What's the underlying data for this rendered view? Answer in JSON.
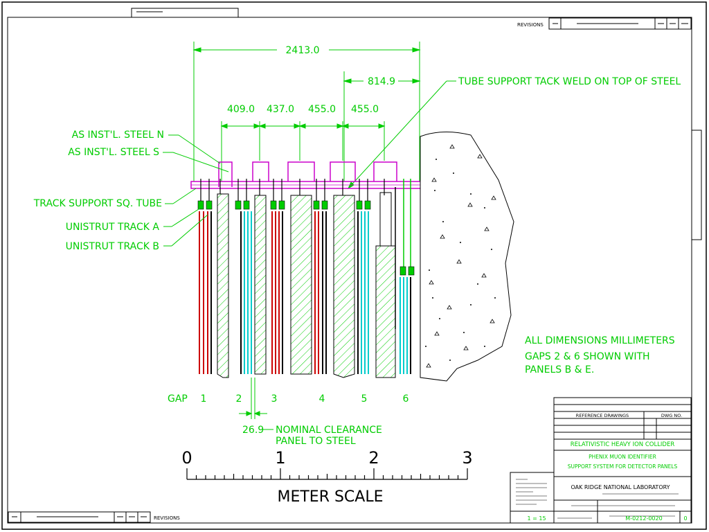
{
  "revisions_top": "REVISIONS",
  "revisions_bottom": "REVISIONS",
  "dimensions": {
    "overall": "2413.0",
    "right": "814.9",
    "spacing": [
      "409.0",
      "437.0",
      "455.0",
      "455.0"
    ],
    "clearance": "26.9"
  },
  "labels": {
    "tack_weld": "TUBE SUPPORT TACK WELD ON TOP OF STEEL",
    "steel_n": "AS INST'L. STEEL N",
    "steel_s": "AS INST'L. STEEL S",
    "track_tube": "TRACK SUPPORT SQ. TUBE",
    "unistrut_a": "UNISTRUT TRACK A",
    "unistrut_b": "UNISTRUT TRACK B",
    "clearance_line1": "NOMINAL CLEARANCE",
    "clearance_line2": "PANEL TO STEEL"
  },
  "gaps": {
    "prefix": "GAP",
    "numbers": [
      "1",
      "2",
      "3",
      "4",
      "5",
      "6"
    ]
  },
  "notes": [
    "ALL DIMENSIONS MILLIMETERS",
    "GAPS 2 & 6 SHOWN WITH",
    "PANELS B & E."
  ],
  "scale": {
    "ticks": [
      "0",
      "1",
      "2",
      "3"
    ],
    "title": "METER SCALE"
  },
  "title_block": {
    "reference_drawings": "REFERENCE DRAWINGS",
    "dwg_no": "DWG NO.",
    "project": "RELATIVISTIC HEAVY ION COLLIDER",
    "title_line1": "PHENIX MUON IDENTIFIER",
    "title_line2": "SUPPORT SYSTEM FOR DETECTOR PANELS",
    "lab": "OAK RIDGE NATIONAL LABORATORY",
    "scale": "1 = 15",
    "drawing_number": "M-0212-0020",
    "revision": "0"
  },
  "colors": {
    "dimension": "#00cc00",
    "steel": "#cc00cc",
    "tube_cyan": "#00cccc",
    "tube_red": "#cc0000",
    "frame": "#000000"
  }
}
